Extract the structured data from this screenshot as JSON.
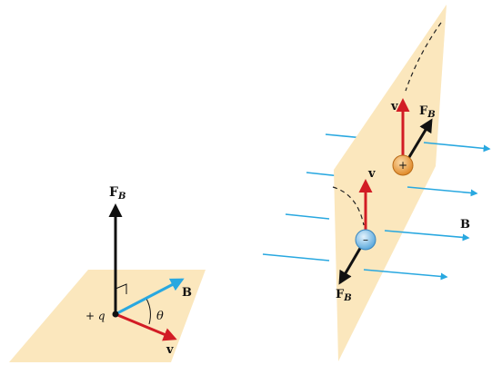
{
  "colors": {
    "plane": "#fbe7bd",
    "plane_edge": "#f3d9a4",
    "red_vector": "#d21c25",
    "black_vector": "#111111",
    "blue_field": "#29a8e0",
    "positive_charge": "#e89a3c",
    "negative_charge": "#6fb7e6"
  },
  "left_diagram": {
    "force_label": "F",
    "force_subscript": "B",
    "field_label": "B",
    "velocity_label": "v",
    "angle_label": "θ",
    "charge_label": "+ q"
  },
  "right_diagram": {
    "upper_velocity_label": "v",
    "upper_force_label": "F",
    "upper_force_subscript": "B",
    "positive_sign": "+",
    "lower_velocity_label": "v",
    "negative_sign": "–",
    "lower_force_label": "F",
    "lower_force_subscript": "B",
    "field_label": "B"
  }
}
